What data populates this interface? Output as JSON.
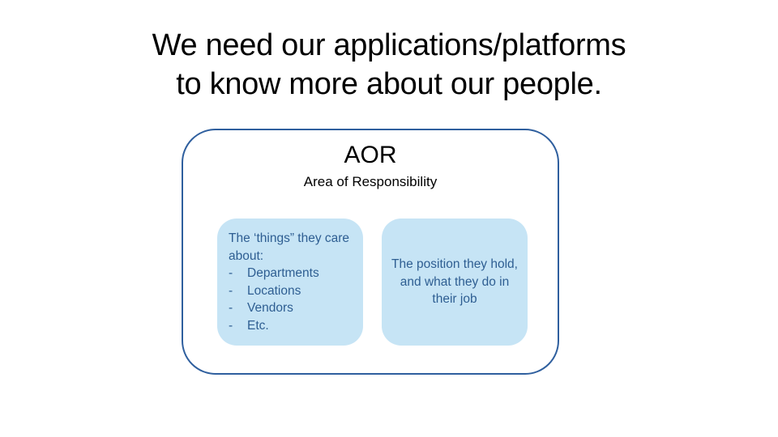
{
  "slide": {
    "title_line1": "We need our applications/platforms",
    "title_line2": "to know more about our people."
  },
  "aor": {
    "heading": "AOR",
    "subheading": "Area of Responsibility"
  },
  "cards": {
    "things": {
      "intro": "The ‘things” they care about:",
      "bullet": "-",
      "items": [
        "Departments",
        "Locations",
        "Vendors",
        "Etc."
      ]
    },
    "position": {
      "text": "The position they hold, and what they do in their job"
    }
  },
  "colors": {
    "outline": "#2f5f9e",
    "card_fill": "#c6e4f5",
    "card_text": "#2e5e92"
  }
}
